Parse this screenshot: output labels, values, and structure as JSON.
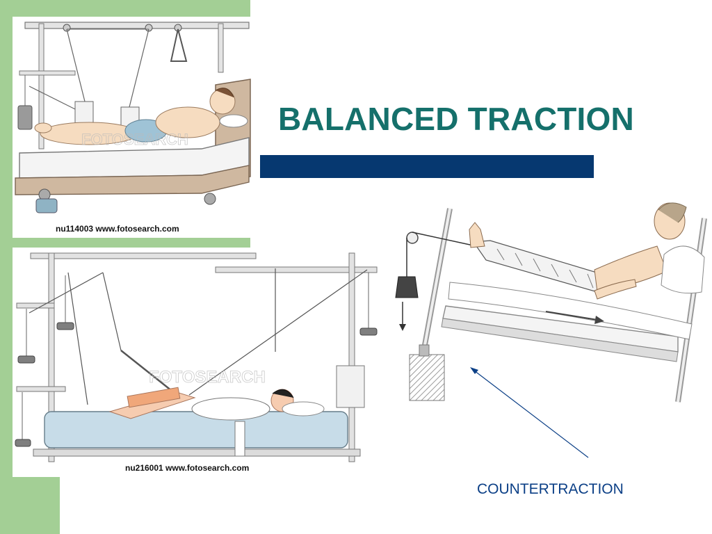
{
  "slide": {
    "title": "BALANCED TRACTION",
    "annotation": "COUNTERTRACTION"
  },
  "illustrations": {
    "top_caption": "nu114003  www.fotosearch.com",
    "bottom_caption": "nu216001  www.fotosearch.com",
    "watermark": "FOTOSEARCH"
  },
  "colors": {
    "accent_green": "#a3cf95",
    "title_teal": "#15706b",
    "bar_navy": "#063870",
    "annotation_blue": "#0b3f86"
  }
}
